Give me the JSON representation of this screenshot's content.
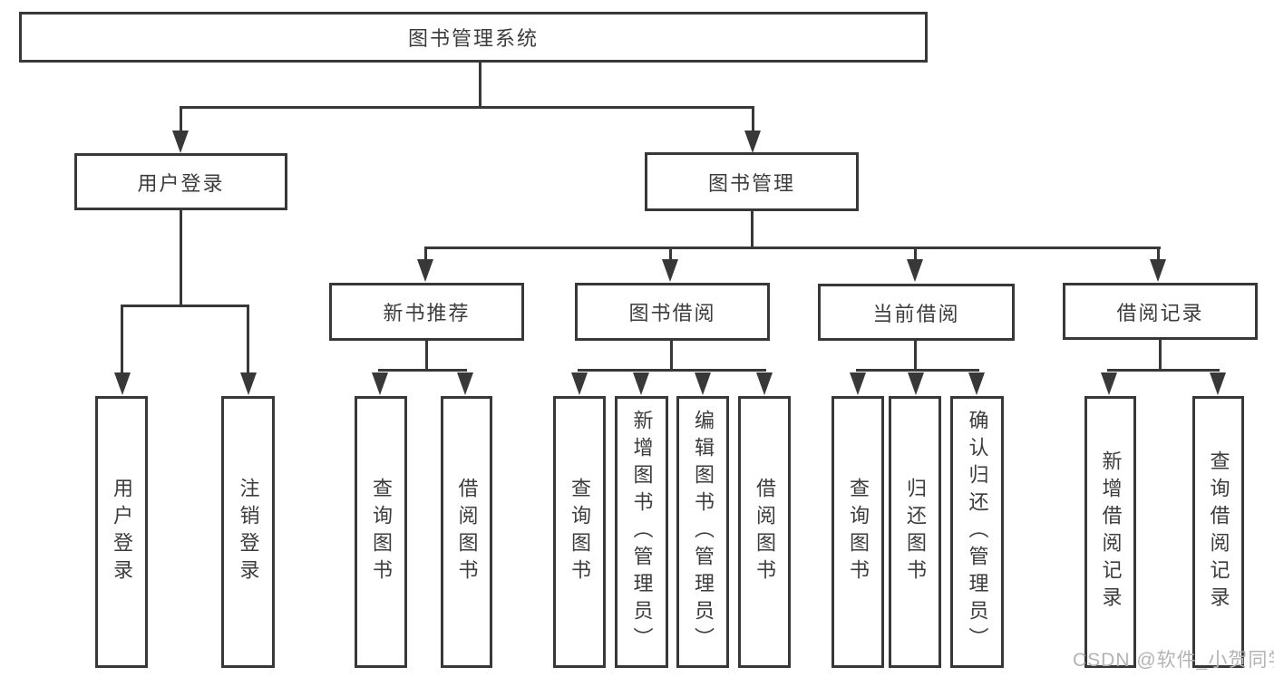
{
  "diagram": {
    "title": "图书管理系统",
    "root": {
      "label": "图书管理系统"
    },
    "level2": [
      {
        "label": "用户登录"
      },
      {
        "label": "图书管理"
      }
    ],
    "level3": [
      {
        "label": "新书推荐"
      },
      {
        "label": "图书借阅"
      },
      {
        "label": "当前借阅"
      },
      {
        "label": "借阅记录"
      }
    ],
    "leaves": {
      "login": [
        "用户登录",
        "注销登录"
      ],
      "recommend": [
        "查询图书",
        "借阅图书"
      ],
      "borrow": [
        "查询图书",
        "新增图书（管理员）",
        "编辑图书（管理员）",
        "借阅图书"
      ],
      "current": [
        "查询图书",
        "归还图书",
        "确认归还（管理员）"
      ],
      "records": [
        "新增借阅记录",
        "查询借阅记录"
      ]
    }
  },
  "watermark": {
    "text": "CSDN @软件_小贺同学"
  },
  "colors": {
    "line": "#383838",
    "box_border": "#383838",
    "text": "#3c3c3c",
    "watermark": "#b3b3b3",
    "background": "#ffffff"
  }
}
